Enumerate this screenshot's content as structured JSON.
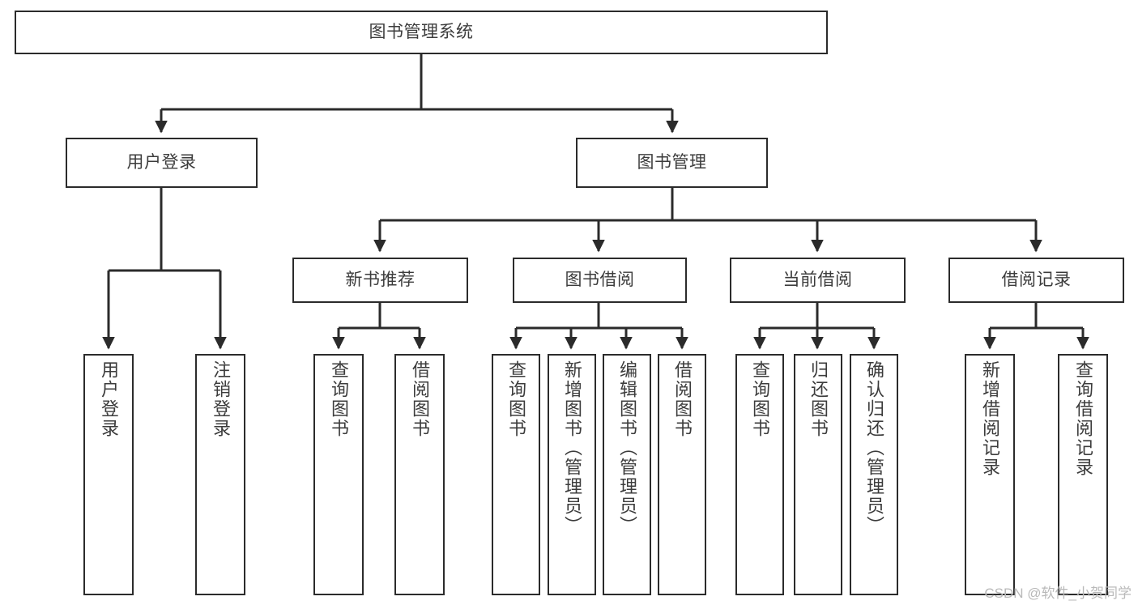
{
  "diagram": {
    "type": "tree-hierarchy",
    "title": "图书管理系统",
    "orientation": "top-down",
    "colors": {
      "background": "#ffffff",
      "box_border": "#2b2b2b",
      "box_fill": "#ffffff",
      "text": "#3c3c3c",
      "edge": "#2b2b2b",
      "watermark": "#b9b9b9"
    },
    "root": {
      "label": "图书管理系统"
    },
    "level2": [
      {
        "label": "用户登录"
      },
      {
        "label": "图书管理"
      }
    ],
    "level3": [
      {
        "label": "新书推荐"
      },
      {
        "label": "图书借阅"
      },
      {
        "label": "当前借阅"
      },
      {
        "label": "借阅记录"
      }
    ],
    "leaves": {
      "user_login": [
        {
          "label": "用户登录"
        },
        {
          "label": "注销登录"
        }
      ],
      "new_book_recommend": [
        {
          "label": "查询图书"
        },
        {
          "label": "借阅图书"
        }
      ],
      "book_borrow": [
        {
          "label": "查询图书"
        },
        {
          "label": "新增图书（管理员）"
        },
        {
          "label": "编辑图书（管理员）"
        },
        {
          "label": "借阅图书"
        }
      ],
      "current_borrow": [
        {
          "label": "查询图书"
        },
        {
          "label": "归还图书"
        },
        {
          "label": "确认归还（管理员）"
        }
      ],
      "borrow_record": [
        {
          "label": "新增借阅记录"
        },
        {
          "label": "查询借阅记录"
        }
      ]
    }
  },
  "watermark": {
    "text": "CSDN @软件_小贺同学"
  }
}
